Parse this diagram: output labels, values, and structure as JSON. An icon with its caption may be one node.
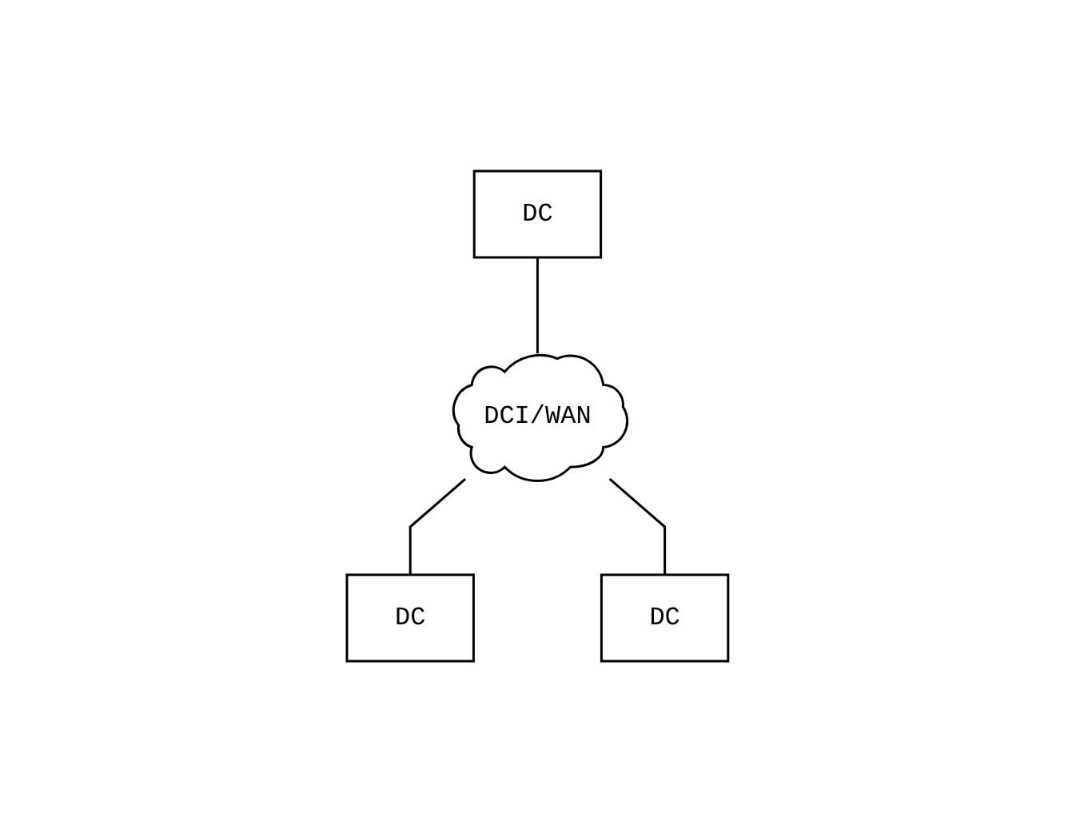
{
  "diagram": {
    "nodes": [
      {
        "text": [
          "DC"
        ]
      },
      {
        "text": [
          "DCI/WAN"
        ]
      },
      {
        "text": [
          "DC"
        ]
      },
      {
        "text": [
          "DC"
        ]
      }
    ],
    "edges": [
      {
        "from": 0,
        "to": 1,
        "arrow": "none"
      },
      {
        "from": 1,
        "to": 3,
        "arrow": "none"
      },
      {
        "from": 1,
        "to": 2,
        "arrow": "none"
      }
    ]
  }
}
